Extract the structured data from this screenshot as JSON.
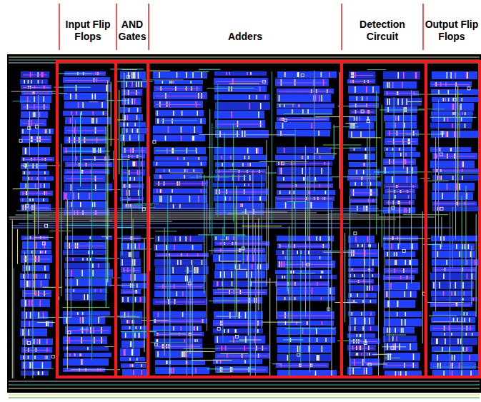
{
  "diagram": {
    "labels": [
      "Input Flip Flops",
      "AND Gates",
      "Adders",
      "Detection Circuit",
      "Output Flip Flops"
    ]
  }
}
